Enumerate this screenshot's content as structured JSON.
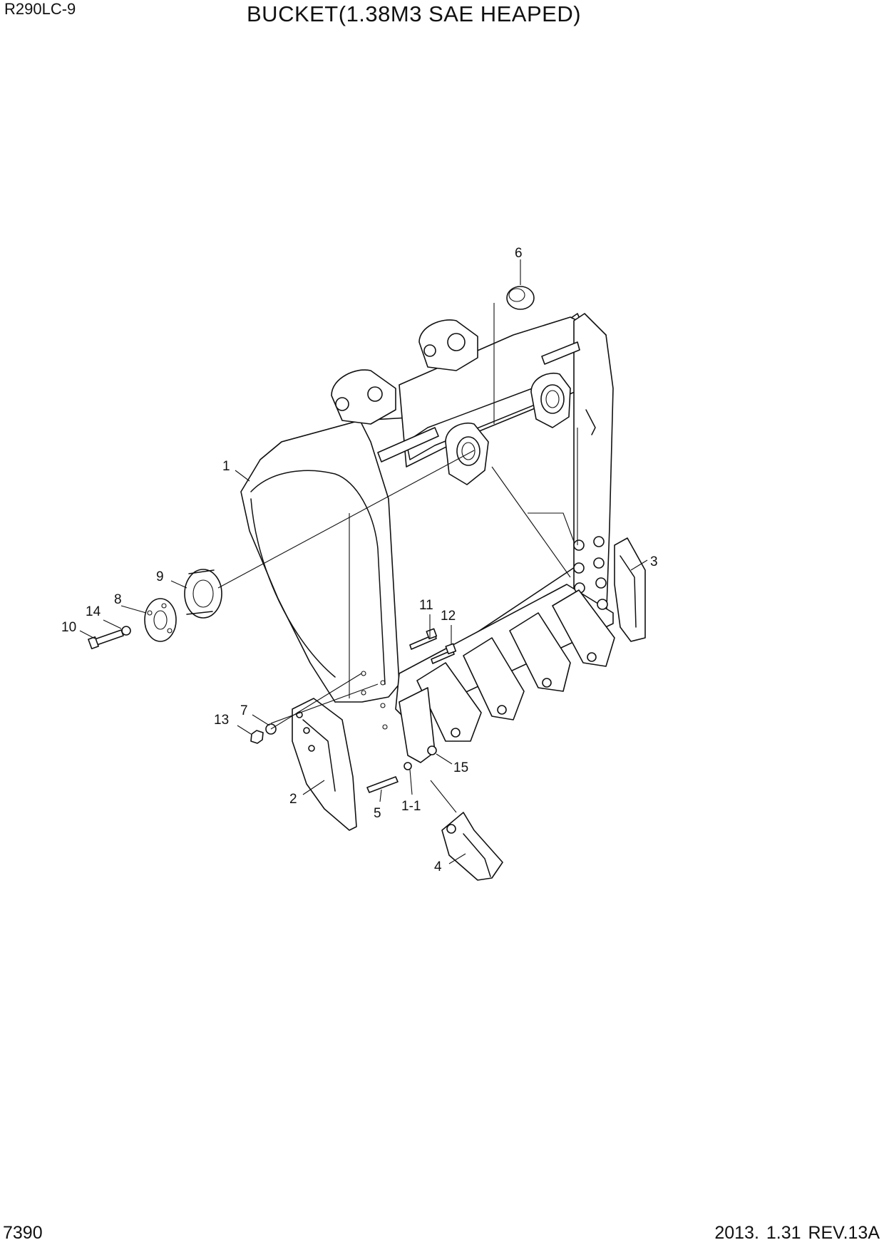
{
  "header": {
    "model": "R290LC-9",
    "title": "BUCKET(1.38M3 SAE HEAPED)"
  },
  "footer": {
    "page_number": "7390",
    "revision": "2013. 1.31  REV.13A"
  },
  "callouts": [
    "1",
    "1-1",
    "2",
    "3",
    "4",
    "5",
    "6",
    "7",
    "8",
    "9",
    "10",
    "11",
    "12",
    "13",
    "14",
    "15"
  ]
}
